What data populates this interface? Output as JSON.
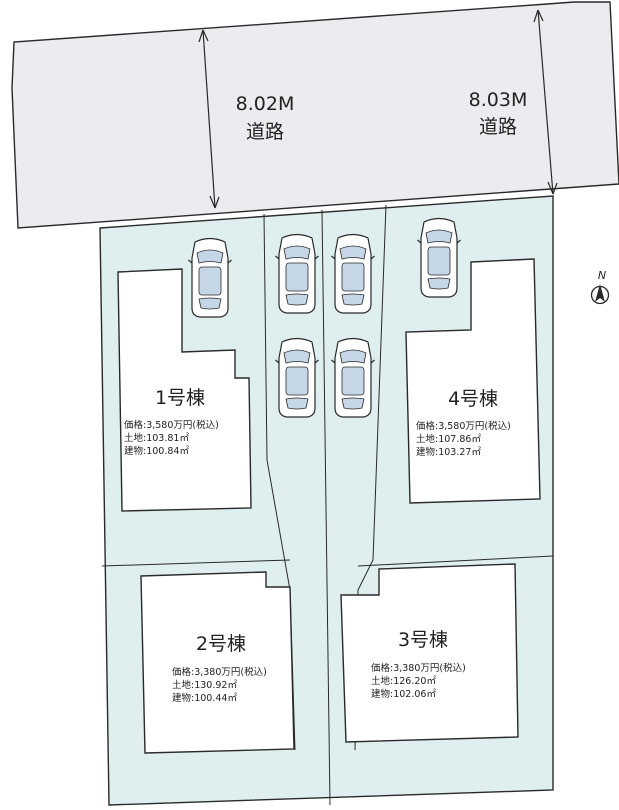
{
  "colors": {
    "road": "#ecebef",
    "lot": "#dfeeee",
    "building": "#ffffff",
    "line": "#2a2a2a",
    "car_glass": "#c5d6e6"
  },
  "roads": [
    {
      "width": "8.02M",
      "label": "道路"
    },
    {
      "width": "8.03M",
      "label": "道路"
    }
  ],
  "compass": {
    "letter": "N",
    "icon": "north-arrow-icon"
  },
  "buildings": [
    {
      "name": "1号棟",
      "price": "価格:3,580万円(税込)",
      "land": "土地:103.81㎡",
      "building": "建物:100.84㎡"
    },
    {
      "name": "2号棟",
      "price": "価格:3,380万円(税込)",
      "land": "土地:130.92㎡",
      "building": "建物:100.44㎡"
    },
    {
      "name": "3号棟",
      "price": "価格:3,380万円(税込)",
      "land": "土地:126.20㎡",
      "building": "建物:102.06㎡"
    },
    {
      "name": "4号棟",
      "price": "価格:3,580万円(税込)",
      "land": "土地:107.86㎡",
      "building": "建物:103.27㎡"
    }
  ],
  "parking_icon": "car-icon"
}
